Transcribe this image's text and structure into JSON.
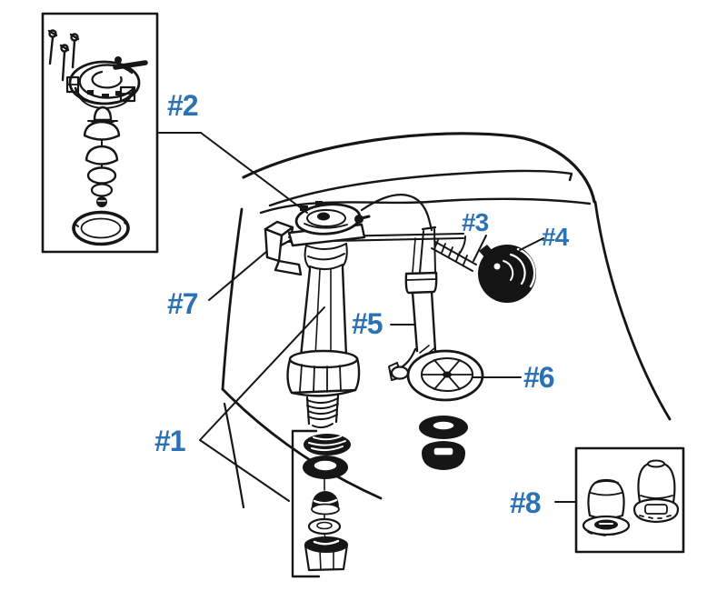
{
  "labels": [
    {
      "text": "#1"
    },
    {
      "text": "#2"
    },
    {
      "text": "#3"
    },
    {
      "text": "#4"
    },
    {
      "text": "#5"
    },
    {
      "text": "#6"
    },
    {
      "text": "#7"
    },
    {
      "text": "#8"
    }
  ],
  "colors": {
    "label": "#2b72b4",
    "line": "#161616",
    "background": "#ffffff"
  }
}
